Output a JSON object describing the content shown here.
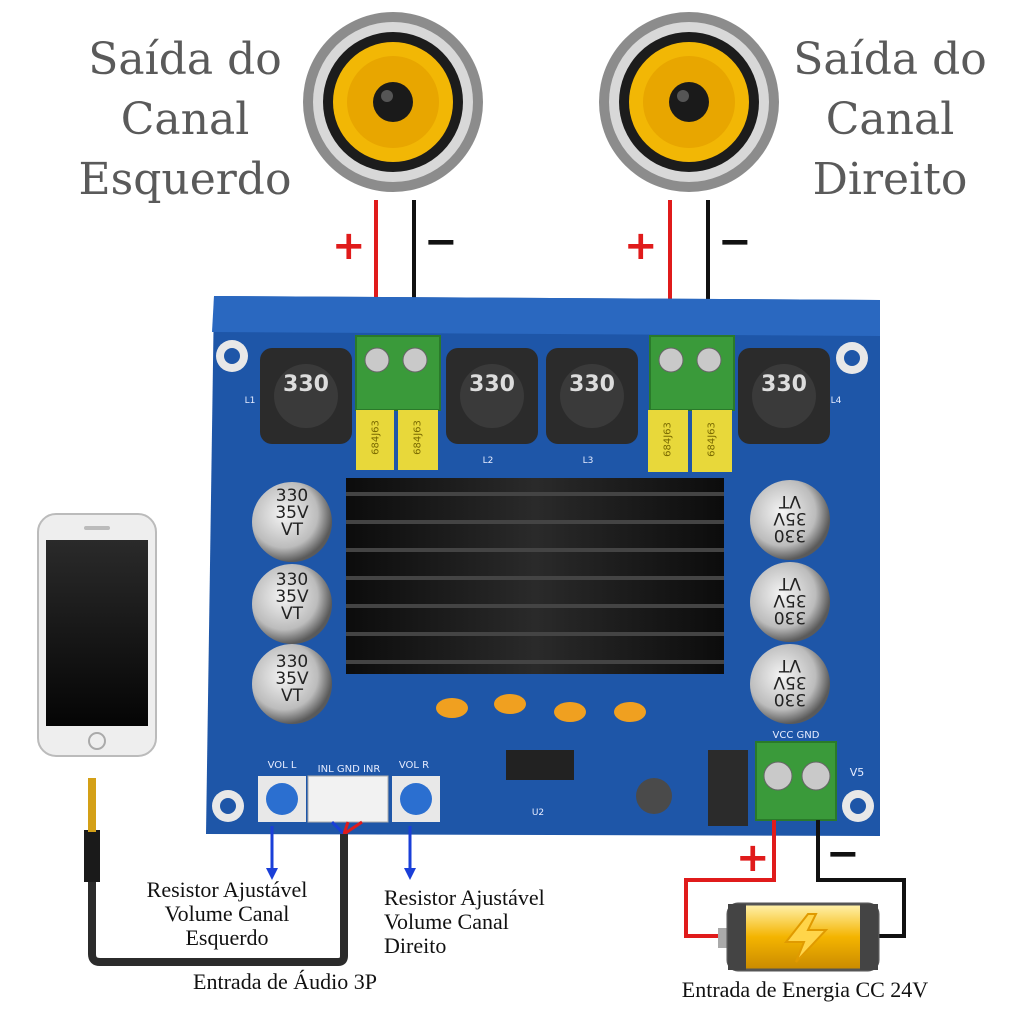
{
  "left_speaker_label": [
    "Saída do",
    "Canal",
    "Esquerdo"
  ],
  "right_speaker_label": [
    "Saída do",
    "Canal",
    "Direito"
  ],
  "plus": "+",
  "minus": "−",
  "capacitor_text": [
    "330",
    "35V",
    "VT"
  ],
  "inductor_text": "330",
  "film_cap_text_a": "684J63",
  "film_cap_text_b": "684J63",
  "pcb_labels": {
    "vol_l": "VOL L",
    "vol_r": "VOL R",
    "in": "INL GND INR",
    "vcc": "VCC GND",
    "v5": "V5",
    "l1": "L1",
    "l2": "L2",
    "l3": "L3",
    "l4": "L4",
    "u2": "U2"
  },
  "left_pot_caption": [
    "Resistor Ajustável",
    "Volume Canal",
    "Esquerdo"
  ],
  "right_pot_caption": [
    "Resistor Ajustável",
    "Volume Canal",
    "Direito"
  ],
  "audio_input_caption": "Entrada de Áudio 3P",
  "power_input_caption": "Entrada de Energia CC 24V",
  "colors": {
    "pcb": "#1e56a8",
    "terminal": "#3a9a3a",
    "wire_red": "#e01b1b",
    "wire_black": "#111111",
    "wire_blue": "#1a3fd8",
    "speaker_cone": "#f2b705"
  }
}
